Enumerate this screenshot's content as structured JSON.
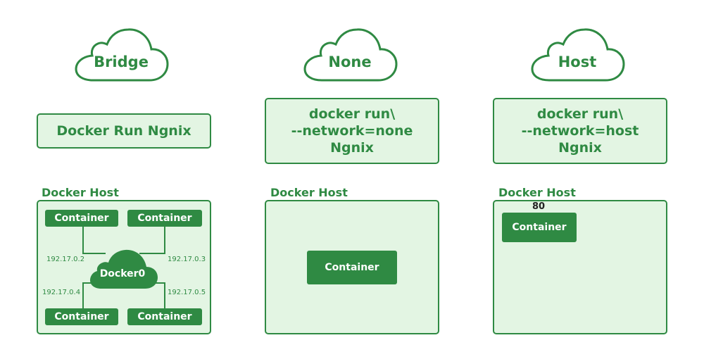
{
  "columns": [
    {
      "network": "Bridge",
      "command": [
        "Docker Run Ngnix"
      ],
      "host_title": "Docker Host",
      "containers": [
        "Container",
        "Container",
        "Container",
        "Container"
      ],
      "bridge": "Docker0",
      "ips": [
        "192.17.0.2",
        "192.17.0.3",
        "192.17.0.4",
        "192.17.0.5"
      ]
    },
    {
      "network": "None",
      "command": [
        "docker run\\",
        "--network=none",
        "Ngnix"
      ],
      "host_title": "Docker Host",
      "container": "Container"
    },
    {
      "network": "Host",
      "command": [
        "docker run\\",
        "--network=host",
        "Ngnix"
      ],
      "host_title": "Docker Host",
      "container": "Container",
      "port": "80"
    }
  ],
  "colors": {
    "accent": "#2f8a43",
    "fill": "#e3f5e3",
    "line": "#2f8a43"
  }
}
